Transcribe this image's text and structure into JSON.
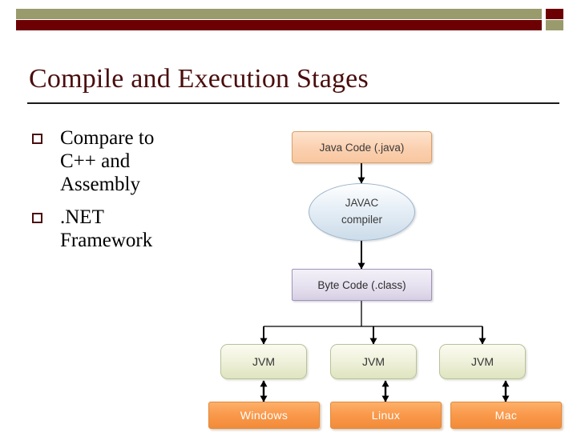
{
  "slide": {
    "title": "Compile and Execution Stages",
    "header_bar": {
      "olive_color": "#9a9b6d",
      "maroon_color": "#6d0003"
    },
    "title_color": "#4a0d0d"
  },
  "bullets": [
    {
      "marker": "hollow-square",
      "text": "Compare to C++ and Assembly"
    },
    {
      "marker": "hollow-square",
      "text": ".NET Framework"
    }
  ],
  "diagram": {
    "nodes": {
      "java_code": {
        "label": "Java Code (.java)",
        "shape": "rounded-rect",
        "fill": "#fbd0b0",
        "border": "#d9a06b"
      },
      "javac": {
        "label_line1": "JAVAC",
        "label_line2": "compiler",
        "shape": "ellipse",
        "fill": "#ccdcea",
        "border": "#9cb3c9"
      },
      "byte_code": {
        "label": "Byte Code (.class)",
        "shape": "rect",
        "fill": "#e6e1ef",
        "border": "#9e94b5"
      },
      "jvm": [
        {
          "label": "JVM",
          "shape": "rounded-rect",
          "fill": "#eef0dd",
          "border": "#b9c29a"
        },
        {
          "label": "JVM",
          "shape": "rounded-rect",
          "fill": "#eef0dd",
          "border": "#b9c29a"
        },
        {
          "label": "JVM",
          "shape": "rounded-rect",
          "fill": "#eef0dd",
          "border": "#b9c29a"
        }
      ],
      "os": [
        {
          "label": "Windows",
          "shape": "rect",
          "fill": "#f9984a",
          "border": "#e08a3c"
        },
        {
          "label": "Linux",
          "shape": "rect",
          "fill": "#f9984a",
          "border": "#e08a3c"
        },
        {
          "label": "Mac",
          "shape": "rect",
          "fill": "#f9984a",
          "border": "#e08a3c"
        }
      ]
    },
    "connector_color": "#000000",
    "edges": [
      {
        "from": "java_code",
        "to": "javac",
        "type": "arrow-down"
      },
      {
        "from": "javac",
        "to": "byte_code",
        "type": "arrow-down"
      },
      {
        "from": "byte_code",
        "to": "jvm",
        "type": "branch-three-arrows-down"
      },
      {
        "from": "jvm.0",
        "to": "os.0",
        "type": "double-headed-arrow"
      },
      {
        "from": "jvm.1",
        "to": "os.1",
        "type": "double-headed-arrow"
      },
      {
        "from": "jvm.2",
        "to": "os.2",
        "type": "double-headed-arrow"
      }
    ]
  }
}
